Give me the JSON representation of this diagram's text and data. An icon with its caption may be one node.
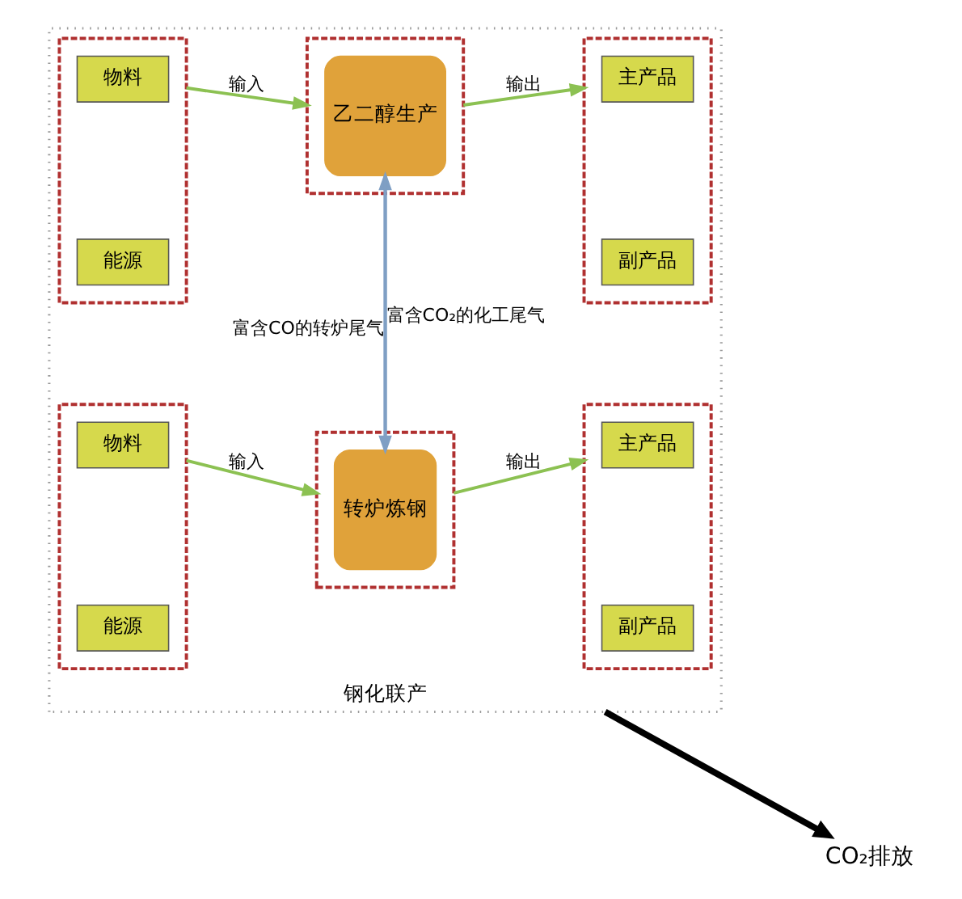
{
  "diagram": {
    "nodes": [
      {
        "text": [
          "钢化联产"
        ]
      },
      {
        "text": [],
        "shape": "box",
        "in": 0
      },
      {
        "text": [
          "物料"
        ],
        "in": 1
      },
      {
        "text": [
          "能源"
        ],
        "in": 1
      },
      {
        "text": [],
        "shape": "box",
        "in": 0
      },
      {
        "text": [
          "转炉炼钢"
        ],
        "in": 4
      },
      {
        "text": [],
        "shape": "box",
        "in": 0
      },
      {
        "text": [
          "主产品"
        ],
        "in": 6
      },
      {
        "text": [
          "副产品"
        ],
        "in": 6
      },
      {
        "text": [],
        "shape": "box",
        "in": 0
      },
      {
        "text": [
          "物料"
        ],
        "in": 9
      },
      {
        "text": [
          "能源"
        ],
        "in": 9
      },
      {
        "text": [],
        "shape": "box",
        "in": 0
      },
      {
        "text": [
          "乙二醇生产"
        ],
        "in": 12
      },
      {
        "text": [],
        "shape": "box",
        "in": 0
      },
      {
        "text": [
          "主产品"
        ],
        "in": 14
      },
      {
        "text": [
          "副产品"
        ],
        "in": 14
      },
      {
        "text": [
          "CO₂排放"
        ]
      }
    ],
    "edges": [
      {
        "from": 0,
        "to": 17,
        "arrow": "to",
        "style": "thick",
        "color": "#000000"
      },
      {
        "from": 1,
        "to": 4,
        "arrow": "to",
        "label": "输入"
      },
      {
        "from": 4,
        "to": 6,
        "arrow": "to",
        "label": "输出"
      },
      {
        "from": 4,
        "to": 12,
        "arrow": "to",
        "label": "富含CO的转炉尾气",
        "color": "#7f9fc4"
      },
      {
        "from": 12,
        "to": 4,
        "arrow": "to",
        "label": "富含CO₂的化工尾气",
        "color": "#7f9fc4"
      },
      {
        "from": 9,
        "to": 12,
        "arrow": "to",
        "label": "输入"
      },
      {
        "from": 12,
        "to": 14,
        "arrow": "to",
        "label": "输出"
      }
    ]
  }
}
